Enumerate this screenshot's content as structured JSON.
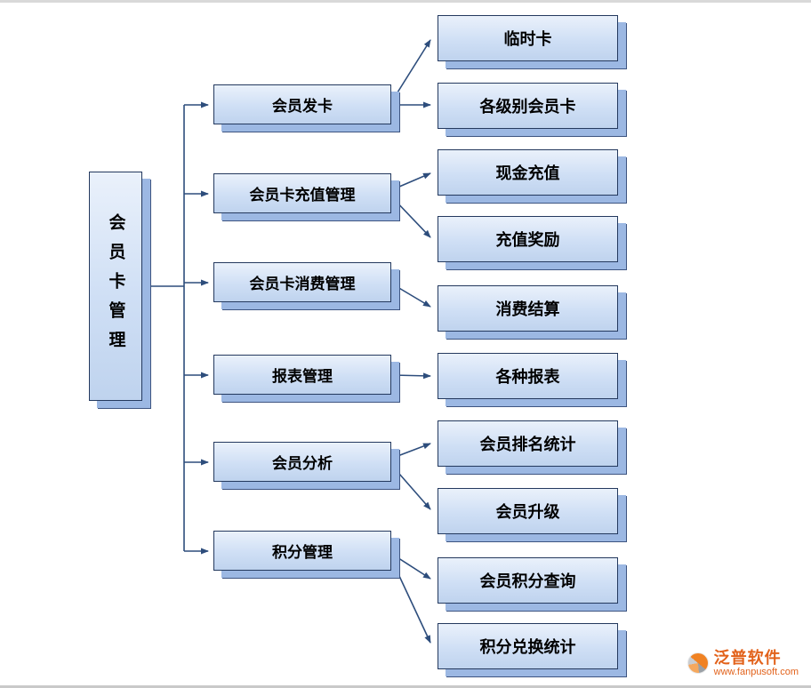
{
  "diagram": {
    "root": {
      "label": "会员卡管理"
    },
    "branches": [
      {
        "label": "会员发卡",
        "children": [
          "临时卡",
          "各级别会员卡"
        ]
      },
      {
        "label": "会员卡充值管理",
        "children": [
          "现金充值",
          "充值奖励"
        ]
      },
      {
        "label": "会员卡消费管理",
        "children": [
          "消费结算"
        ]
      },
      {
        "label": "报表管理",
        "children": [
          "各种报表"
        ]
      },
      {
        "label": "会员分析",
        "children": [
          "会员排名统计",
          "会员升级"
        ]
      },
      {
        "label": "积分管理",
        "children": [
          "会员积分查询",
          "积分兑换统计"
        ]
      }
    ],
    "colors": {
      "box_fill": "#cfdff5",
      "box_depth": "#9cb8e3",
      "box_border": "#24395e",
      "line": "#2d4d7c"
    }
  },
  "watermark": {
    "brand": "泛普软件",
    "site": "www.fanpusoft.com",
    "color": "#e2621b"
  }
}
